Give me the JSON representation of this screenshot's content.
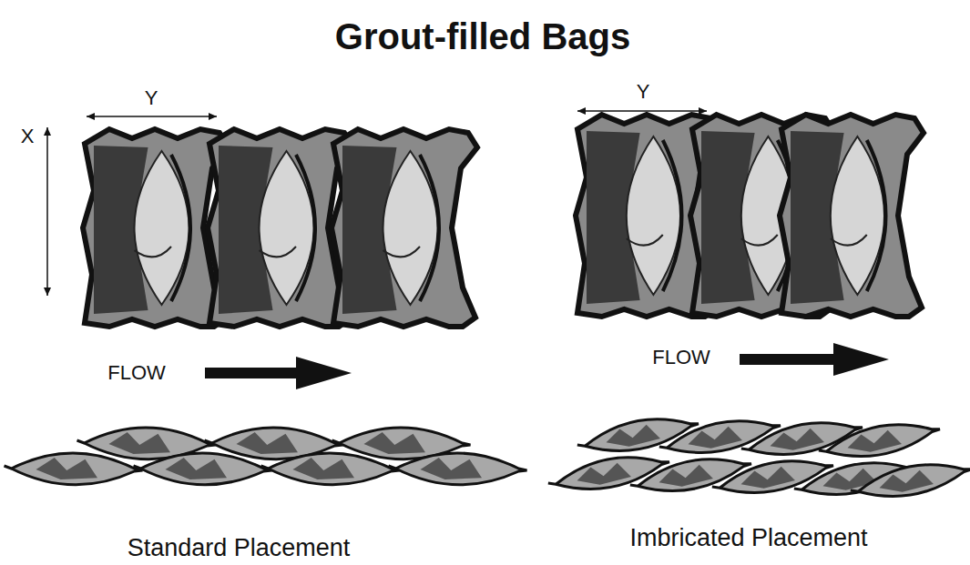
{
  "diagram": {
    "title": "Grout-filled Bags",
    "labels": [
      "Y",
      "X",
      "Y",
      "FLOW",
      "FLOW",
      "Standard Placement",
      "Imbricated Placement"
    ]
  }
}
